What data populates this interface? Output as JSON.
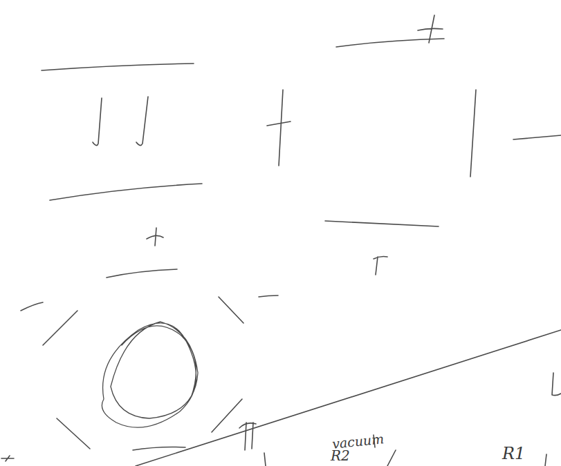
{
  "diagram": {
    "labels": [
      "vacuum",
      "R2",
      "R1"
    ]
  }
}
